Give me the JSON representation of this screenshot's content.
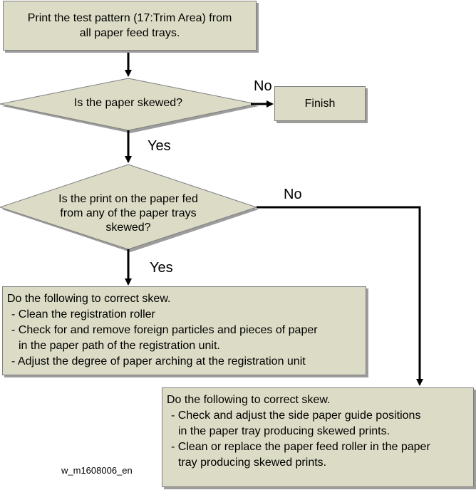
{
  "start": {
    "line1": "Print the test pattern (17:Trim Area) from",
    "line2": "all paper feed trays."
  },
  "decision1": {
    "question": "Is the paper skewed?",
    "no_label": "No",
    "yes_label": "Yes"
  },
  "finish": {
    "label": "Finish"
  },
  "decision2": {
    "line1": "Is the print on the paper fed",
    "line2": "from any of the paper trays",
    "line3": "skewed?",
    "no_label": "No",
    "yes_label": "Yes"
  },
  "action1": {
    "heading": "Do the following to correct skew.",
    "items": [
      {
        "text": "- Clean the registration roller"
      },
      {
        "text": "- Check for and remove foreign particles and pieces of paper",
        "cont": "in the paper path of the registration unit."
      },
      {
        "text": "- Adjust the degree of paper arching at the registration unit"
      }
    ]
  },
  "action2": {
    "heading": "Do the following to correct skew.",
    "items": [
      {
        "text": "- Check and adjust the side paper guide positions",
        "cont": "in the paper tray producing skewed prints."
      },
      {
        "text": "- Clean or replace the paper feed roller in the paper",
        "cont": "tray producing skewed prints."
      }
    ]
  },
  "figure_id": "w_m1608006_en",
  "colors": {
    "shape_fill": "#dcdcc6",
    "shape_border": "#7f7f7f",
    "shadow": "#9c9c9c",
    "connector": "#000000"
  }
}
